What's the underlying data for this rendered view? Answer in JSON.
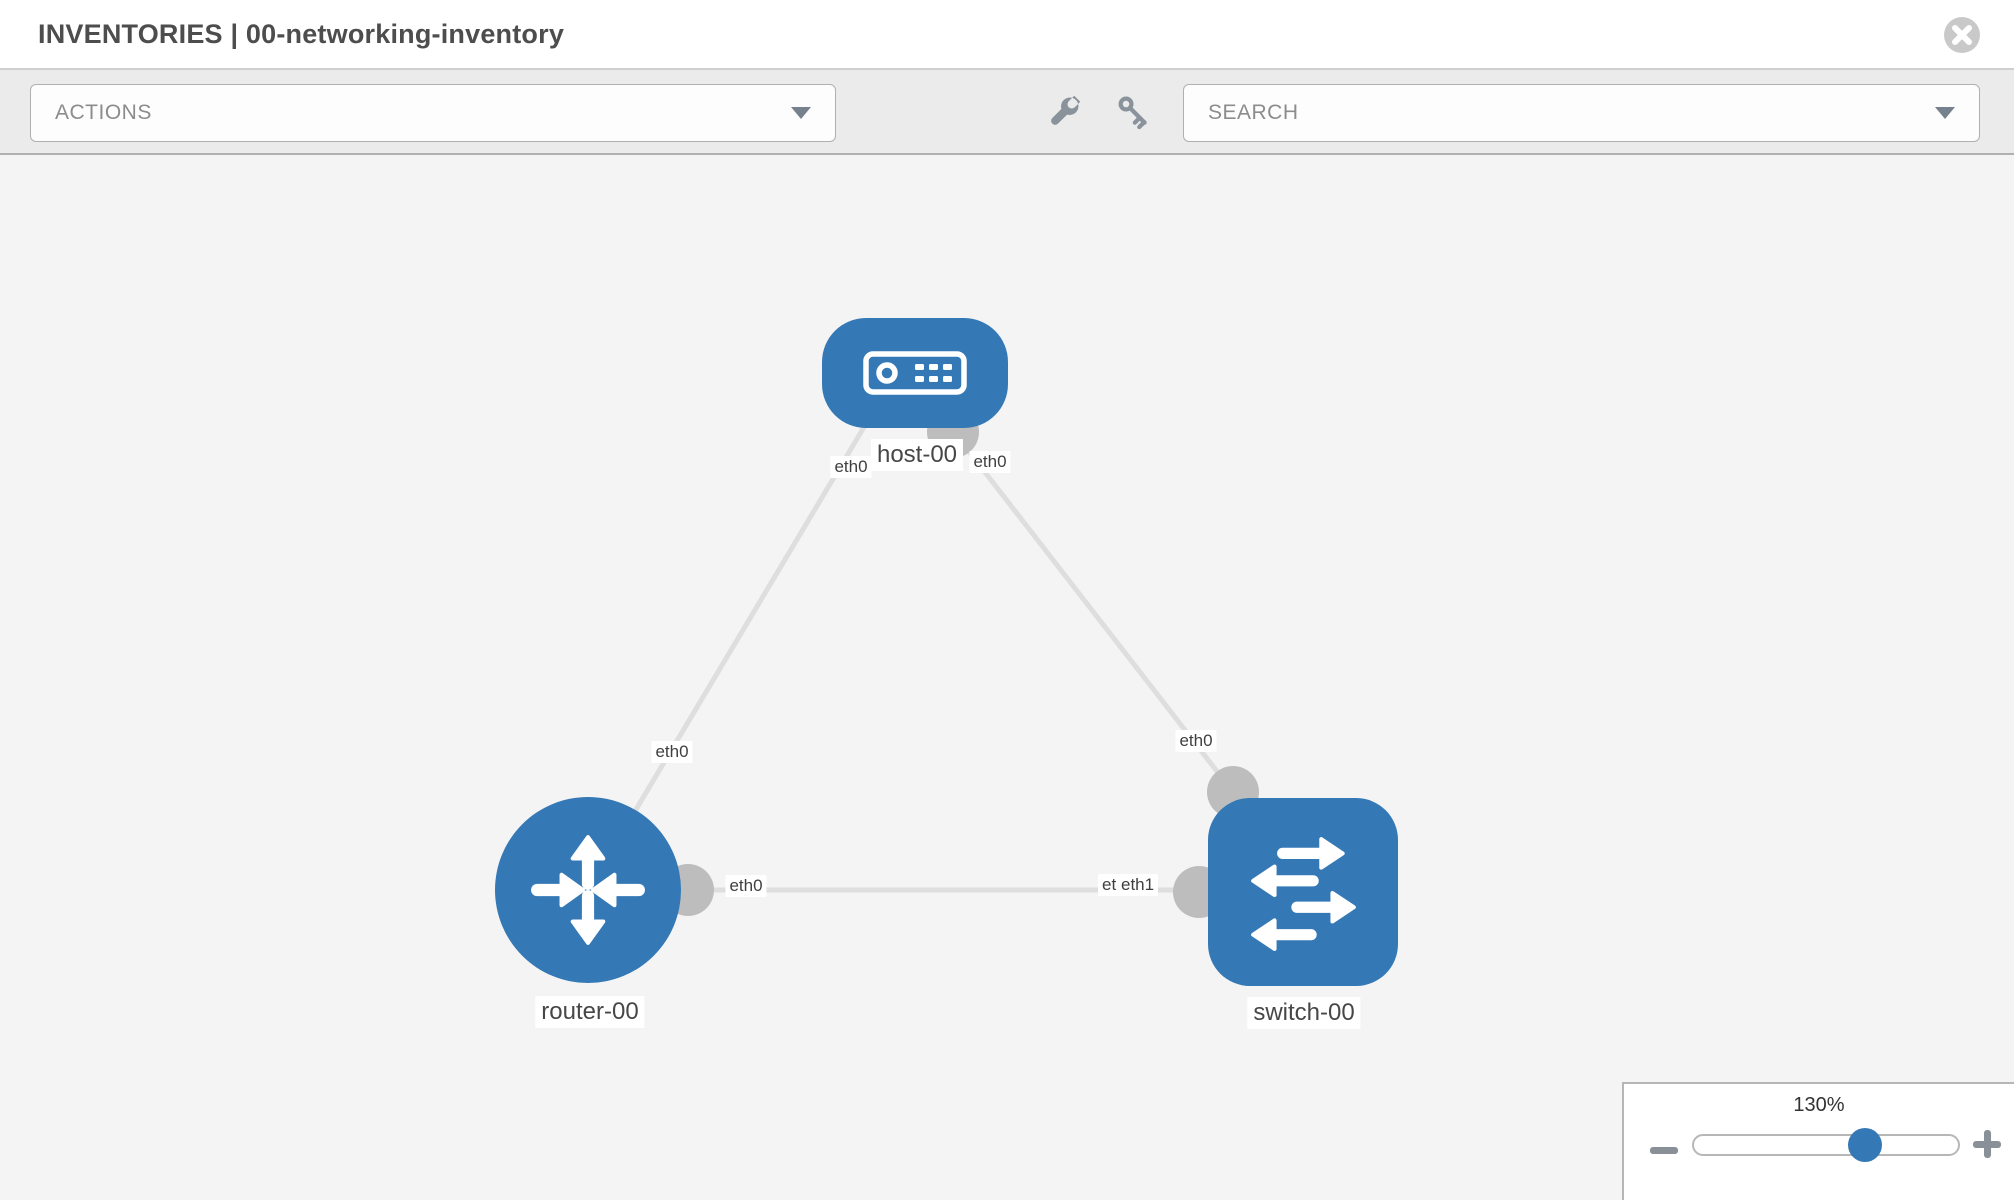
{
  "header": {
    "title": "INVENTORIES | 00-networking-inventory"
  },
  "toolbar": {
    "actions_label": "ACTIONS",
    "search_label": "SEARCH"
  },
  "topology": {
    "nodes": [
      {
        "id": "host-00",
        "type": "host",
        "label": "host-00"
      },
      {
        "id": "router-00",
        "type": "router",
        "label": "router-00"
      },
      {
        "id": "switch-00",
        "type": "switch",
        "label": "switch-00"
      }
    ],
    "links": [
      {
        "from": "host-00",
        "from_interface": "eth0",
        "to": "router-00",
        "to_interface": "eth0"
      },
      {
        "from": "host-00",
        "from_interface": "eth0",
        "to": "switch-00",
        "to_interface": "eth0"
      },
      {
        "from": "router-00",
        "from_interface": "eth0",
        "to": "switch-00",
        "to_interface": "eth1"
      }
    ],
    "labels": {
      "host_name": "host-00",
      "router_name": "router-00",
      "switch_name": "switch-00",
      "host_left_iface": "eth0",
      "host_right_iface": "eth0",
      "link_host_router_iface": "eth0",
      "link_host_switch_iface": "eth0",
      "router_right_iface": "eth0",
      "switch_iface_back": "eth0",
      "switch_iface_front": "eth1"
    }
  },
  "zoom_control": {
    "level": "130%"
  },
  "colors": {
    "node_blue": "#3478b6",
    "canvas_bg": "#f4f4f4",
    "toolbar_bg": "#ebebeb",
    "link_gray": "#dedede",
    "connector_gray": "#bdbdbd",
    "icon_gray": "#8a939b",
    "title_text": "#4d4d4d"
  }
}
